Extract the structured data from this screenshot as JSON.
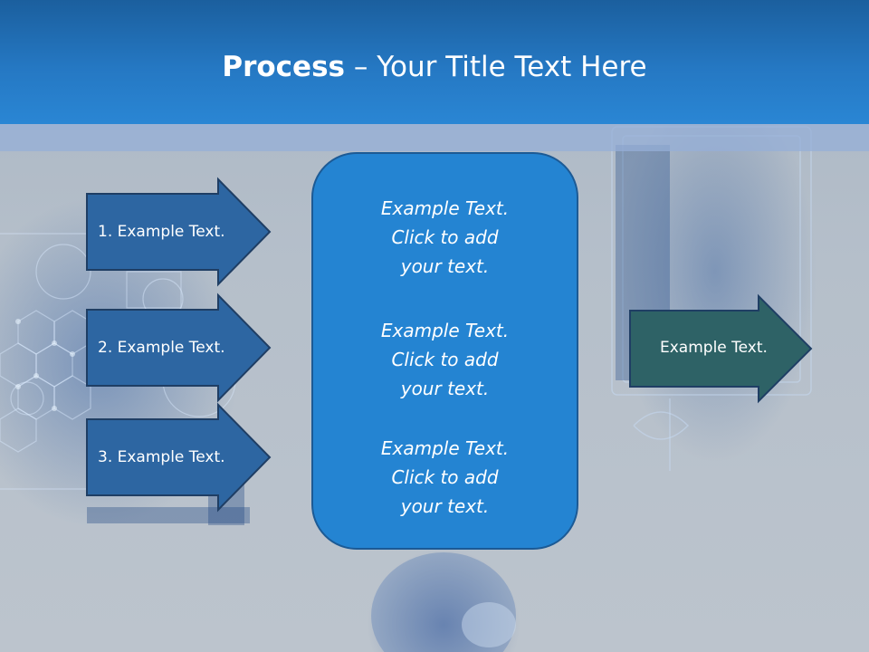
{
  "title": {
    "bold": "Process",
    "rest": " – Your Title Text Here"
  },
  "left_arrows": [
    {
      "label": "1. Example Text."
    },
    {
      "label": "2. Example Text."
    },
    {
      "label": "3. Example Text."
    }
  ],
  "center_box": {
    "blocks": [
      {
        "line1": "Example Text.",
        "line2": "Click  to add",
        "line3": "your text."
      },
      {
        "line1": "Example Text.",
        "line2": "Click  to add",
        "line3": "your text."
      },
      {
        "line1": "Example Text.",
        "line2": "Click  to add",
        "line3": "your text."
      }
    ]
  },
  "right_arrow": {
    "label": "Example Text."
  },
  "colors": {
    "header": "#2578c3",
    "left_arrow_fill": "#2d66a2",
    "right_arrow_fill": "#2e6266",
    "center_box_fill": "#2484d2"
  }
}
